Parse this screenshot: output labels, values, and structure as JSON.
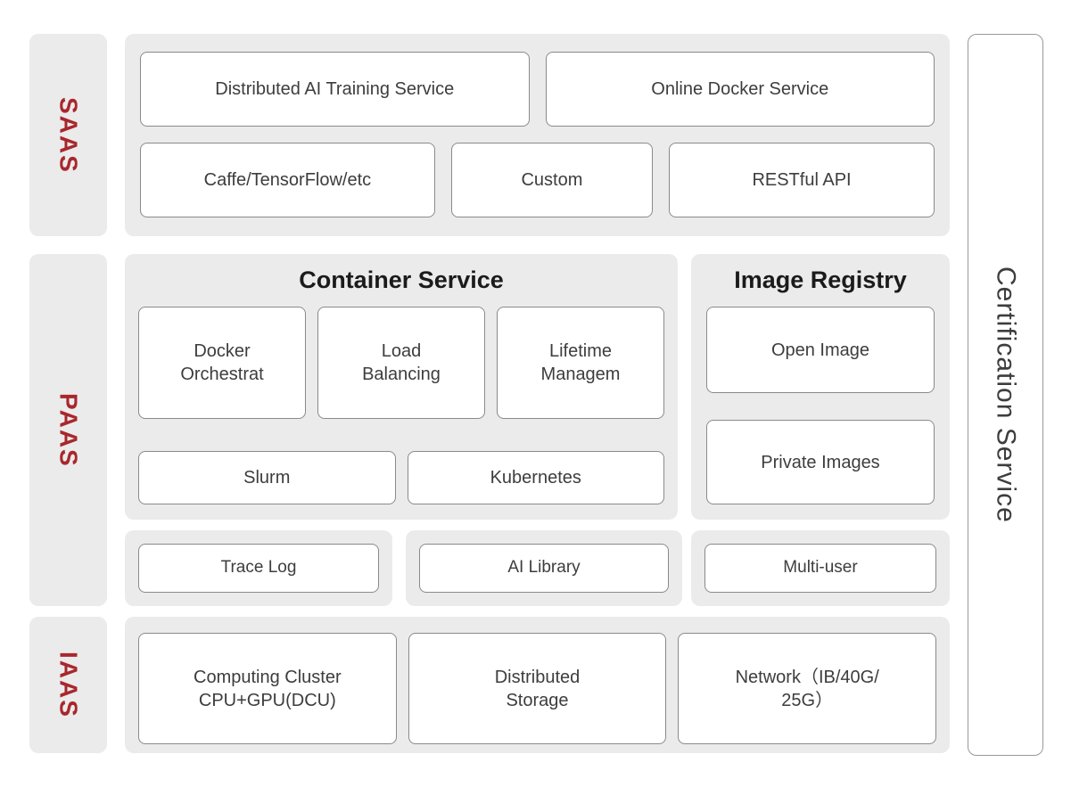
{
  "layers": {
    "saas_label": "SAAS",
    "paas_label": "PAAS",
    "iaas_label": "IAAS"
  },
  "saas": {
    "row1": [
      "Distributed AI Training Service",
      "Online Docker Service"
    ],
    "row2": [
      "Caffe/TensorFlow/etc",
      "Custom",
      "RESTful API"
    ]
  },
  "container_service": {
    "title": "Container Service",
    "boxes": [
      {
        "line1": "Docker",
        "line2": "Orchestrat"
      },
      {
        "line1": "Load",
        "line2": "Balancing"
      },
      {
        "line1": "Lifetime",
        "line2": "Managem"
      }
    ],
    "tools": [
      "Slurm",
      "Kubernetes"
    ]
  },
  "image_registry": {
    "title": "Image Registry",
    "boxes": [
      "Open Image",
      "Private Images"
    ]
  },
  "middleware_row": [
    "Trace Log",
    "AI Library",
    "Multi-user"
  ],
  "iaas": {
    "boxes": [
      {
        "line1": "Computing Cluster",
        "line2": "CPU+GPU(DCU)"
      },
      {
        "line1": "Distributed",
        "line2": "Storage"
      },
      {
        "line1": "Network（IB/40G/",
        "line2": "25G）"
      }
    ]
  },
  "certification": {
    "label": "Certification Service"
  },
  "colors": {
    "accent_red": "#a8272c",
    "panel_gray": "#ebebeb",
    "box_border": "#8a8a8a",
    "text_dark": "#3d3d3d",
    "title_black": "#1b1b1b",
    "page_bg": "#ffffff"
  }
}
